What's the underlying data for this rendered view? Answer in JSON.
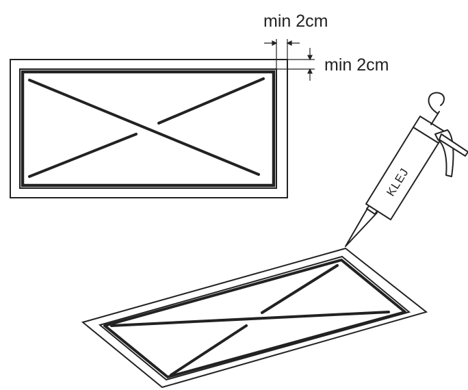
{
  "diagram": {
    "dimension_horizontal": "min 2cm",
    "dimension_vertical": "min 2cm",
    "glue_gun_label": "KLEJ",
    "stroke_color": "#222222",
    "background_color": "#ffffff"
  }
}
